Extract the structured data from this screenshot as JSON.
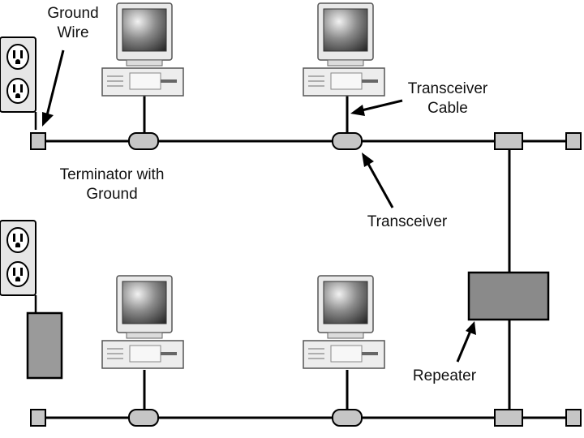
{
  "labels": {
    "ground_wire": [
      "Ground",
      "Wire"
    ],
    "transceiver_cable": [
      "Transceiver",
      "Cable"
    ],
    "terminator": [
      "Terminator with",
      "Ground"
    ],
    "transceiver": "Transceiver",
    "repeater": "Repeater"
  },
  "colors": {
    "line": "#000000",
    "node_gray": "#c6c6c6",
    "repeater_fill": "#8a8a8a",
    "cabinet_fill": "#9a9a9a",
    "screen_dark": "#3a3a3a"
  },
  "icons": {
    "outlet": "outlet-icon",
    "computer": "computer-icon",
    "terminator": "terminator-icon",
    "transceiver": "transceiver-icon",
    "repeater": "repeater-icon"
  }
}
